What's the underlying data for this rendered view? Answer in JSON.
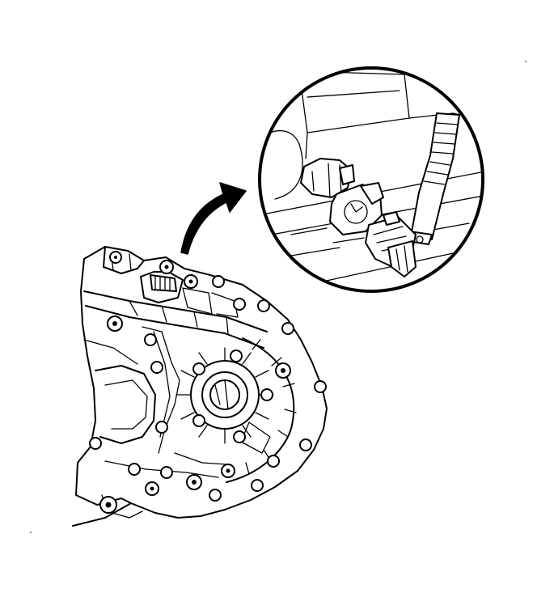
{
  "figure": {
    "kind": "technical-line-drawing",
    "subject_icon": "transaxle-housing",
    "detail_icon": "sensor-connector-closeup",
    "callout_icon": "curved-arrow",
    "colors": {
      "line": "#000000",
      "background": "#ffffff"
    }
  }
}
